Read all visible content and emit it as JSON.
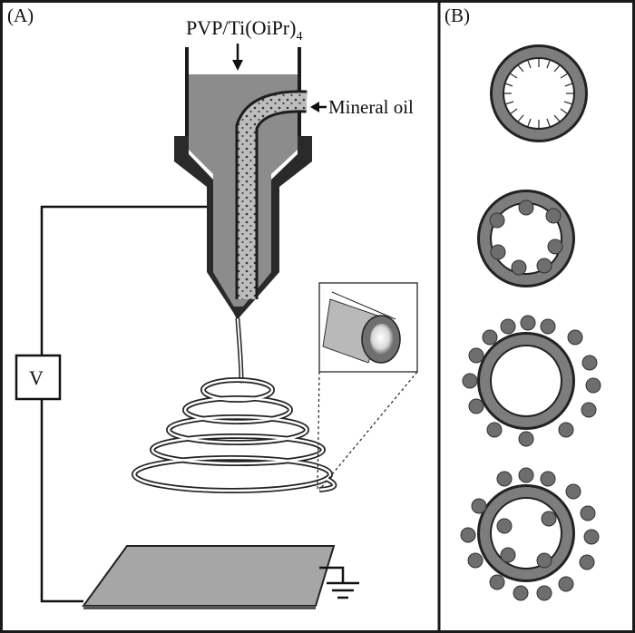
{
  "panels": {
    "a": {
      "label": "(A)"
    },
    "b": {
      "label": "(B)"
    }
  },
  "labels": {
    "feed_main": "PVP/Ti(OiPr)",
    "feed_subscript": "4",
    "mineral_oil": "Mineral oil",
    "voltage": "V"
  },
  "colors": {
    "background": "#ffffff",
    "frame": "#1a1a1a",
    "solution_gray": "#8c8c8c",
    "shell_gray": "#7d7d7d",
    "particle_gray": "#6e6e6e",
    "collector_gray": "#a6a6a6"
  },
  "tube_variants": [
    {
      "name": "bristle-lined"
    },
    {
      "name": "inner-particles"
    },
    {
      "name": "outer-particles"
    },
    {
      "name": "inner-outer-particles"
    }
  ]
}
